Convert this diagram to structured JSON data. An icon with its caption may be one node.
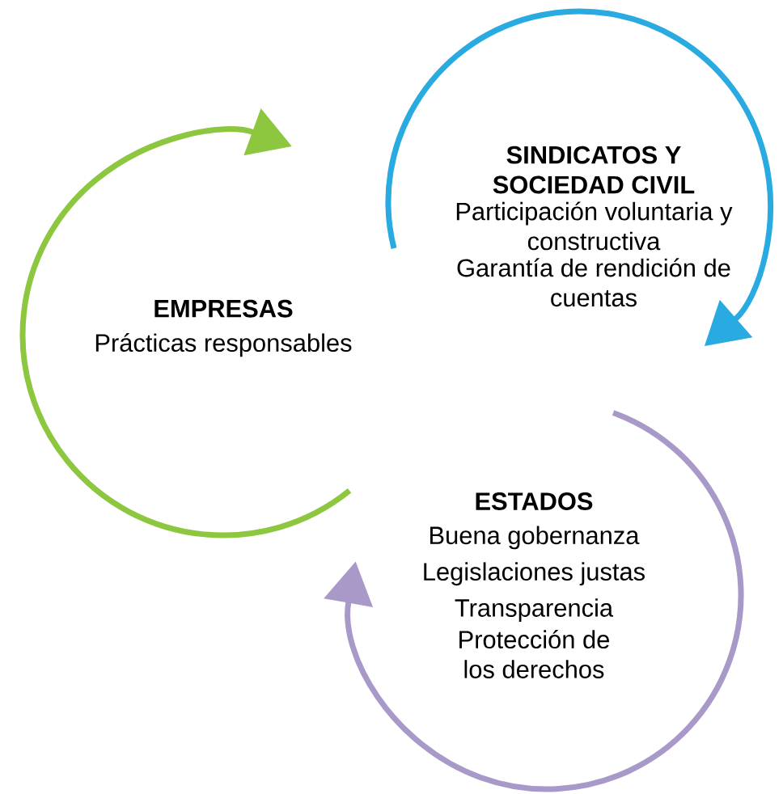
{
  "diagram": {
    "nodes": [
      {
        "text": [
          "EMPRESAS",
          "Prácticas responsables"
        ]
      },
      {
        "text": [
          "SINDICATOS Y SOCIEDAD CIVIL",
          "Participación voluntaria y constructiva",
          "Garantía de rendición de cuentas"
        ]
      },
      {
        "text": [
          "ESTADOS",
          "Buena gobernanza",
          "Legislaciones justas",
          "Transparencia",
          "Protección de los derechos"
        ]
      }
    ]
  }
}
